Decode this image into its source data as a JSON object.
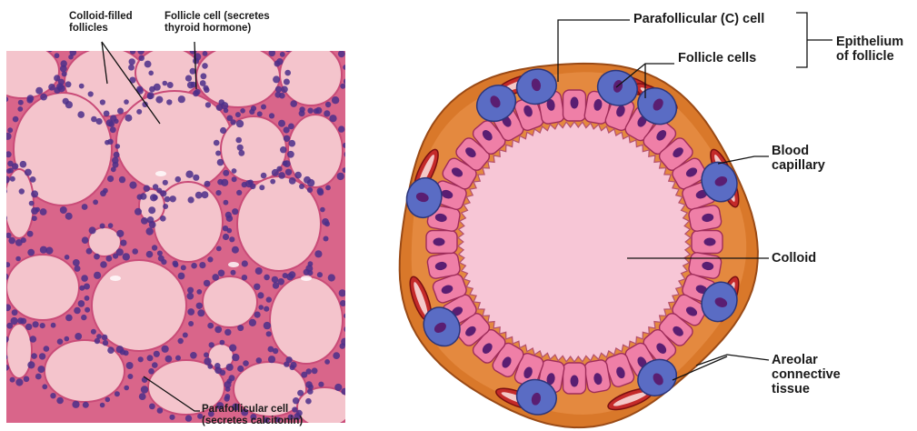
{
  "micrograph": {
    "labels": {
      "colloid_filled_follicles": [
        "Colloid-filled",
        "follicles"
      ],
      "follicle_cell": [
        "Follicle cell (secretes",
        "thyroid hormone)"
      ],
      "parafollicular_cell": [
        "Parafollicular cell",
        "(secretes calcitonin)"
      ]
    }
  },
  "diagram": {
    "labels": {
      "parafollicular_c_cell": "Parafollicular (C) cell",
      "follicle_cells": "Follicle cells",
      "epithelium_of_follicle": [
        "Epithelium",
        "of follicle"
      ],
      "blood_capillary": [
        "Blood",
        "capillary"
      ],
      "colloid": "Colloid",
      "areolar_connective_tissue": [
        "Areolar",
        "connective",
        "tissue"
      ]
    }
  },
  "colors": {
    "tissue_pink": "#e58fa6",
    "colloid_light": "#f4c4cc",
    "nuclei_purple": "#4b2f8a",
    "follicle_cell_pink": "#ef7fa7",
    "parafollicular_blue": "#5a6cc4",
    "connective_orange": "#d9782a",
    "capillary_red": "#c42a2a",
    "diagram_colloid": "#f7c6d6"
  }
}
